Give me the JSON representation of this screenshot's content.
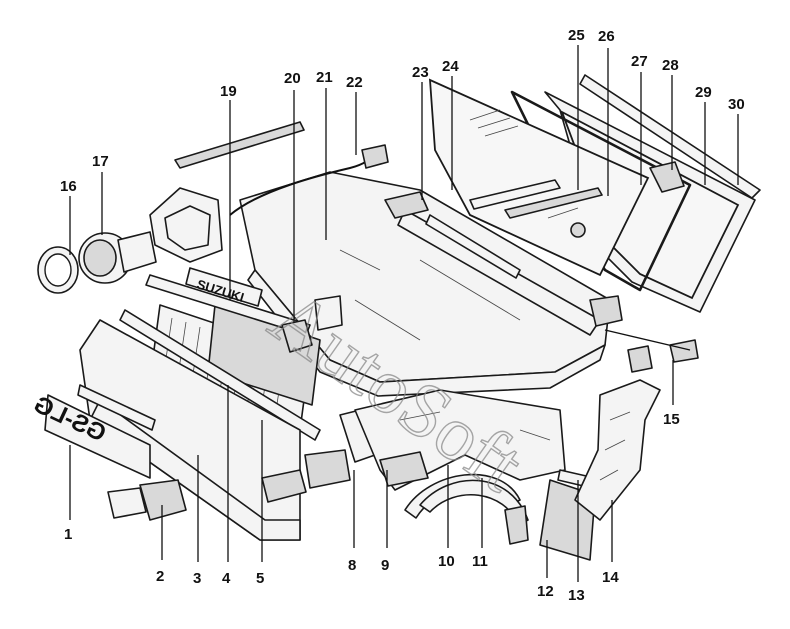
{
  "diagram": {
    "watermark": "AutoSoft",
    "grille_badge": "SUZUKI",
    "license_plate": "GS-LG",
    "callout_numbers": [
      "1",
      "2",
      "3",
      "4",
      "5",
      "8",
      "9",
      "10",
      "11",
      "12",
      "13",
      "14",
      "15",
      "16",
      "17",
      "19",
      "20",
      "21",
      "22",
      "23",
      "24",
      "25",
      "26",
      "27",
      "28",
      "29",
      "30"
    ]
  }
}
